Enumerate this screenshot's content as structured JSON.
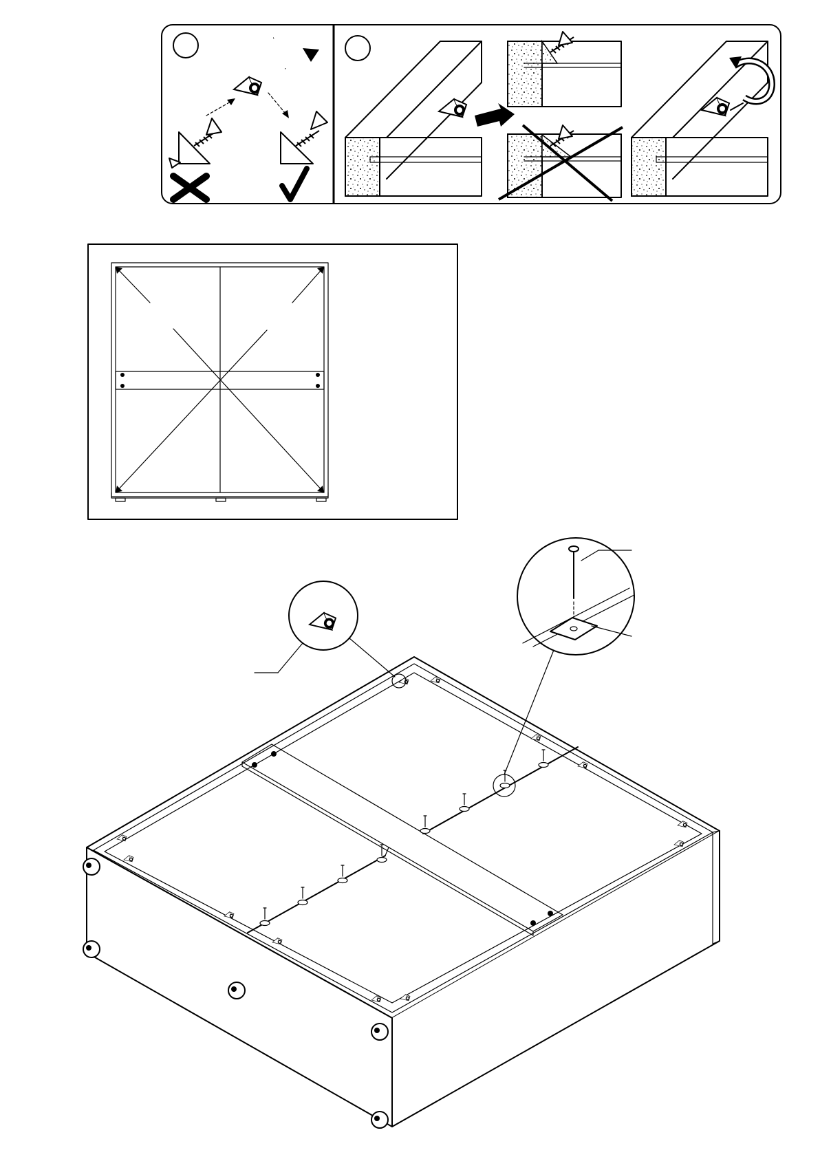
{
  "page": {
    "background": "#ffffff",
    "line_color": "#000000"
  },
  "panels": [
    {
      "name": "screw-orientation-panel",
      "step_marker": "circle",
      "icons": [
        "wrong-cross-icon",
        "correct-check-icon",
        "turn-arrow-icon"
      ]
    },
    {
      "name": "cam-fitting-panel",
      "step_marker": "circle",
      "icons": [
        "push-arrow-icon",
        "crossed-out-icon",
        "turn-arrow-icon"
      ]
    }
  ],
  "diagrams": [
    {
      "name": "squareness-check",
      "description_icon": "diagonal-measure-icon"
    },
    {
      "name": "cabinet-back-assembly",
      "callouts": [
        "cam-fitting-detail",
        "nail-plate-detail"
      ]
    }
  ]
}
